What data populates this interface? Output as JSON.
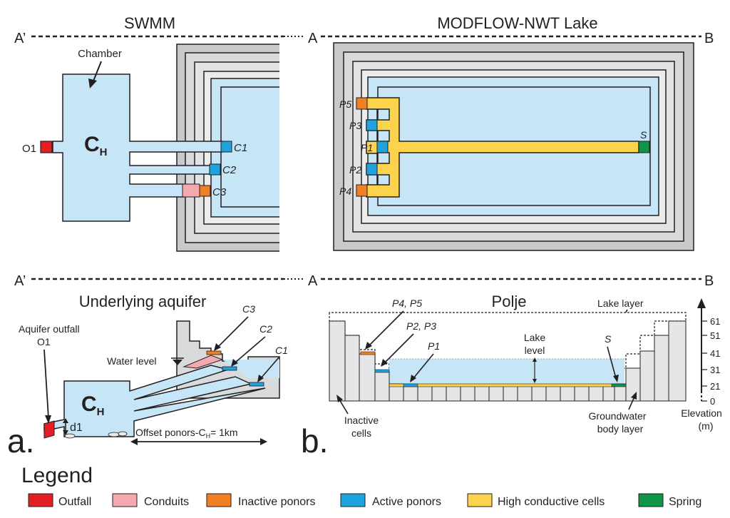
{
  "titles": {
    "swmm": "SWMM",
    "modflow": "MODFLOW-NWT Lake",
    "aquifer": "Underlying aquifer",
    "polje": "Polje"
  },
  "section_labels": {
    "a_prime_top": "A’",
    "a_top": "A",
    "b_top": "B",
    "a_prime_bottom": "A’",
    "a_bottom": "A",
    "b_bottom": "B"
  },
  "panel_letters": {
    "a": "a.",
    "b": "b."
  },
  "swmm_plan": {
    "chamber_label": "Chamber",
    "chamber_symbol": "C",
    "chamber_sub": "H",
    "outfall": "O1",
    "conduits": [
      "C1",
      "C2",
      "C3"
    ]
  },
  "modflow_plan": {
    "ponors": [
      "P5",
      "P3",
      "P1",
      "P2",
      "P4"
    ],
    "spring": "S"
  },
  "swmm_section": {
    "aquifer_outfall": "Aquifer outfall",
    "outfall_id": "O1",
    "water_level": "Water level",
    "chamber_symbol": "C",
    "chamber_sub": "H",
    "conduits": [
      "C3",
      "C2",
      "C1"
    ],
    "depth": "d1",
    "offset_prefix": "Offset ponors-C",
    "offset_sub": "H",
    "offset_suffix": "= 1km"
  },
  "modflow_section": {
    "lake_layer": "Lake layer",
    "lake_level_1": "Lake",
    "lake_level_2": "level",
    "ponor_group_1": "P4, P5",
    "ponor_group_2": "P2, P3",
    "ponor_group_3": "P1",
    "spring": "S",
    "inactive_1": "Inactive",
    "inactive_2": "cells",
    "gw_1": "Groundwater",
    "gw_2": "body layer",
    "elevation_title": "Elevation",
    "elevation_unit": "(m)",
    "elevation_ticks": [
      "61",
      "51",
      "41",
      "31",
      "21",
      "0"
    ]
  },
  "legend": {
    "title": "Legend",
    "items": [
      {
        "label": "Outfall",
        "color": "#e31e24"
      },
      {
        "label": "Conduits",
        "color": "#f4a9b0"
      },
      {
        "label": "Inactive ponors",
        "color": "#f08023"
      },
      {
        "label": "Active ponors",
        "color": "#1ea3dd"
      },
      {
        "label": "High conductive cells",
        "color": "#fcd34d"
      },
      {
        "label": "Spring",
        "color": "#0f9547"
      }
    ]
  },
  "colors": {
    "water": "#c6e6f7",
    "outfall": "#e31e24",
    "conduit": "#f4a9b0",
    "inactive_ponor": "#f08023",
    "active_ponor": "#1ea3dd",
    "high_cond": "#fcd34d",
    "spring": "#0f9547",
    "grey_dark": "#c8c9cb",
    "grey_mid": "#d9dadb",
    "grey_light": "#e9eaeb"
  }
}
